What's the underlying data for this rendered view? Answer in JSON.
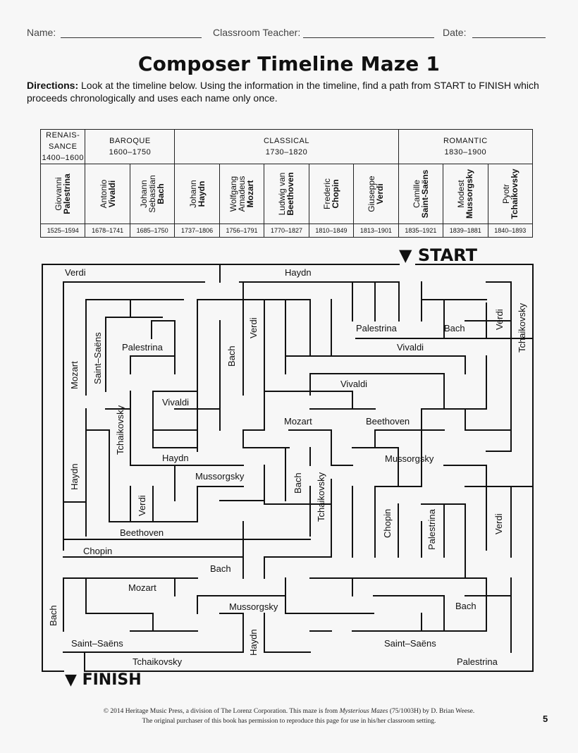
{
  "header": {
    "name_label": "Name:",
    "teacher_label": "Classroom Teacher:",
    "date_label": "Date:"
  },
  "title": "Composer Timeline Maze 1",
  "directions": {
    "lead": "Directions:",
    "text": " Look at the timeline below. Using the information in the timeline, find a path from START to FINISH which proceeds chronologically and uses each name only once."
  },
  "timeline": {
    "eras": [
      {
        "line1": "RENAIS-",
        "line2": "SANCE",
        "line3": "1400–1600",
        "span": 1
      },
      {
        "line1": "BAROQUE",
        "line2": "1600–1750",
        "line3": "",
        "span": 2
      },
      {
        "line1": "CLASSICAL",
        "line2": "1730–1820",
        "line3": "",
        "span": 5
      },
      {
        "line1": "ROMANTIC",
        "line2": "1830–1900",
        "line3": "",
        "span": 3
      }
    ],
    "composers": [
      {
        "first": "Giovanni",
        "last": "Palestrina",
        "years": "1525–1594"
      },
      {
        "first": "Antonio",
        "last": "Vivaldi",
        "years": "1678–1741"
      },
      {
        "first": "Johann Sebastian",
        "last": "Bach",
        "years": "1685–1750"
      },
      {
        "first": "Johann",
        "last": "Haydn",
        "years": "1737–1806"
      },
      {
        "first": "Wolfgang Amadeus",
        "last": "Mozart",
        "years": "1756–1791"
      },
      {
        "first": "Ludwig van",
        "last": "Beethoven",
        "years": "1770–1827"
      },
      {
        "first": "Frederic",
        "last": "Chopin",
        "years": "1810–1849"
      },
      {
        "first": "Giuseppe",
        "last": "Verdi",
        "years": "1813–1901"
      },
      {
        "first": "Camille",
        "last": "Saint-Saëns",
        "years": "1835–1921"
      },
      {
        "first": "Modest",
        "last": "Mussorgsky",
        "years": "1839–1881"
      },
      {
        "first": "Pyotr",
        "last": "Tchaikovsky",
        "years": "1840–1893"
      }
    ]
  },
  "maze": {
    "start_label": "▼ START",
    "finish_label": "▼ FINISH",
    "labels": [
      "Verdi",
      "Haydn",
      "Palestrina",
      "Bach",
      "Verdi",
      "Tchaikovsky",
      "Vivaldi",
      "Palestrina",
      "Saint–Saëns",
      "Mozart",
      "Bach",
      "Verdi",
      "Vivaldi",
      "Vivaldi",
      "Tchaikovsky",
      "Mozart",
      "Beethoven",
      "Haydn",
      "Mussorgsky",
      "Haydn",
      "Mussorgsky",
      "Bach",
      "Tchaikovsky",
      "Verdi",
      "Chopin",
      "Palestrina",
      "Verdi",
      "Beethoven",
      "Chopin",
      "Bach",
      "Mozart",
      "Mussorgsky",
      "Bach",
      "Bach",
      "Haydn",
      "Saint–Saëns",
      "Saint–Saëns",
      "Tchaikovsky",
      "Palestrina"
    ]
  },
  "footer": {
    "line1a": "© 2014 Heritage Music Press, a division of The Lorenz Corporation. This maze is from ",
    "line1b": "Mysterious Mazes",
    "line1c": " (75/1003H) by D. Brian Weese.",
    "line2": "The original purchaser of this book has permission to reproduce this page for use in his/her classroom setting."
  },
  "page_number": "5"
}
